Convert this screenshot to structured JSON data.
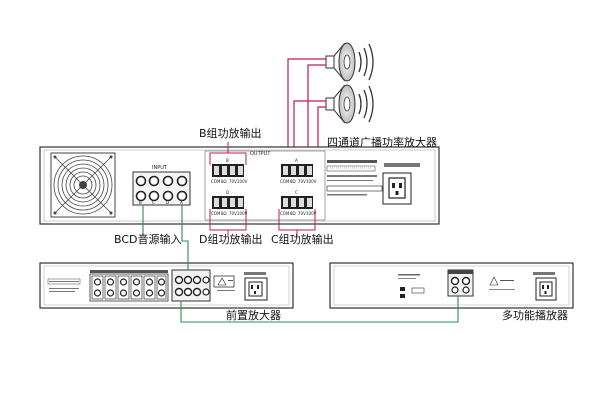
{
  "labels": {
    "b_output": "B组功放输出",
    "four_channel_amp": "四通道广播功率放大器",
    "bcd_input": "BCD音源输入",
    "d_output": "D组功放输出",
    "c_output": "C组功放输出",
    "preamp": "前置放大器",
    "multi_player": "多功能播放器"
  },
  "panel": {
    "input_title": "INPUT",
    "output_title": "OUTPUT",
    "input_letters": [
      "B",
      "C",
      "D",
      "A"
    ],
    "group_letters": [
      "B",
      "A",
      "D",
      "C"
    ],
    "terminals": [
      "COM",
      "8Ω",
      "70V",
      "100V"
    ]
  },
  "colors": {
    "speaker_wire": "#c2185b",
    "audio_cable": "#2e8b57",
    "outline": "#333333"
  }
}
